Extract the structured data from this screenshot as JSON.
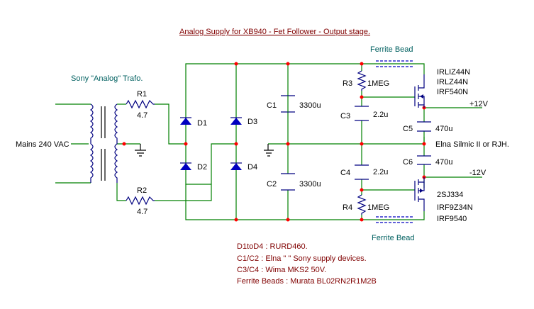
{
  "title": "Analog Supply for XB940 - Fet Follower - Output stage.",
  "transformer": {
    "label": "Sony \"Analog\" Trafo."
  },
  "mains": {
    "label": "Mains 240 VAC"
  },
  "resistors": {
    "r1": {
      "ref": "R1",
      "value": "4.7"
    },
    "r2": {
      "ref": "R2",
      "value": "4.7"
    },
    "r3": {
      "ref": "R3",
      "value": "1MEG"
    },
    "r4": {
      "ref": "R4",
      "value": "1MEG"
    }
  },
  "diodes": {
    "d1": "D1",
    "d2": "D2",
    "d3": "D3",
    "d4": "D4"
  },
  "capacitors": {
    "c1": {
      "ref": "C1",
      "value": "3300u"
    },
    "c2": {
      "ref": "C2",
      "value": "3300u"
    },
    "c3": {
      "ref": "C3",
      "value": "2.2u"
    },
    "c4": {
      "ref": "C4",
      "value": "2.2u"
    },
    "c5": {
      "ref": "C5",
      "value": "470u"
    },
    "c6": {
      "ref": "C6",
      "value": "470u"
    }
  },
  "ferrite": {
    "top": "Ferrite Bead",
    "bottom": "Ferrite Bead"
  },
  "mosfets": {
    "top": [
      "IRLIZ44N",
      "IRLZ44N",
      "IRF540N"
    ],
    "bottom": [
      "2SJ334",
      "IRF9Z34N",
      "IRF9540"
    ]
  },
  "rails": {
    "pos": "+12V",
    "neg": "-12V",
    "gnd_note": "Elna Silmic II or RJH."
  },
  "notes": [
    "D1toD4 : RURD460.",
    "C1/C2 : Elna \"  \" Sony supply devices.",
    "C3/C4 : Wima MKS2 50V.",
    "Ferrite Beads : Murata BL02RN2R1M2B"
  ],
  "colors": {
    "wire": "#008000",
    "component": "#000080",
    "text": "#000000",
    "title": "#800000",
    "junction": "#ff0000"
  }
}
